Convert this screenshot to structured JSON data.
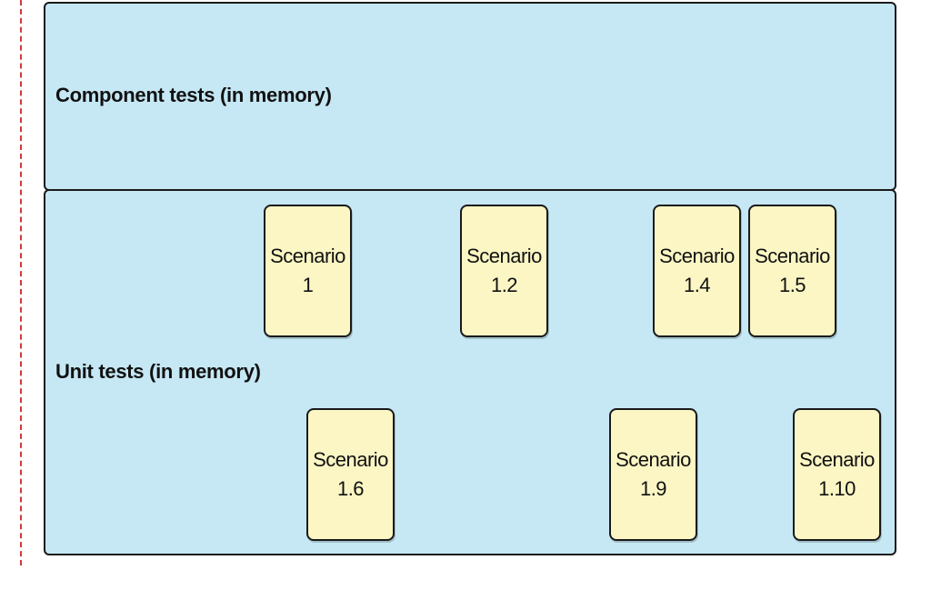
{
  "layers": {
    "component_label": "Component tests (in memory)",
    "unit_label": "Unit tests (in memory)"
  },
  "scenarios": [
    {
      "title": "Scenario",
      "number": "1"
    },
    {
      "title": "Scenario",
      "number": "1.2"
    },
    {
      "title": "Scenario",
      "number": "1.4"
    },
    {
      "title": "Scenario",
      "number": "1.5"
    },
    {
      "title": "Scenario",
      "number": "1.6"
    },
    {
      "title": "Scenario",
      "number": "1.9"
    },
    {
      "title": "Scenario",
      "number": "1.10"
    }
  ],
  "colors": {
    "panel_fill": "#c6e8f4",
    "scenario_fill": "#fbf6c4",
    "boundary_line": "#d23a3a"
  }
}
